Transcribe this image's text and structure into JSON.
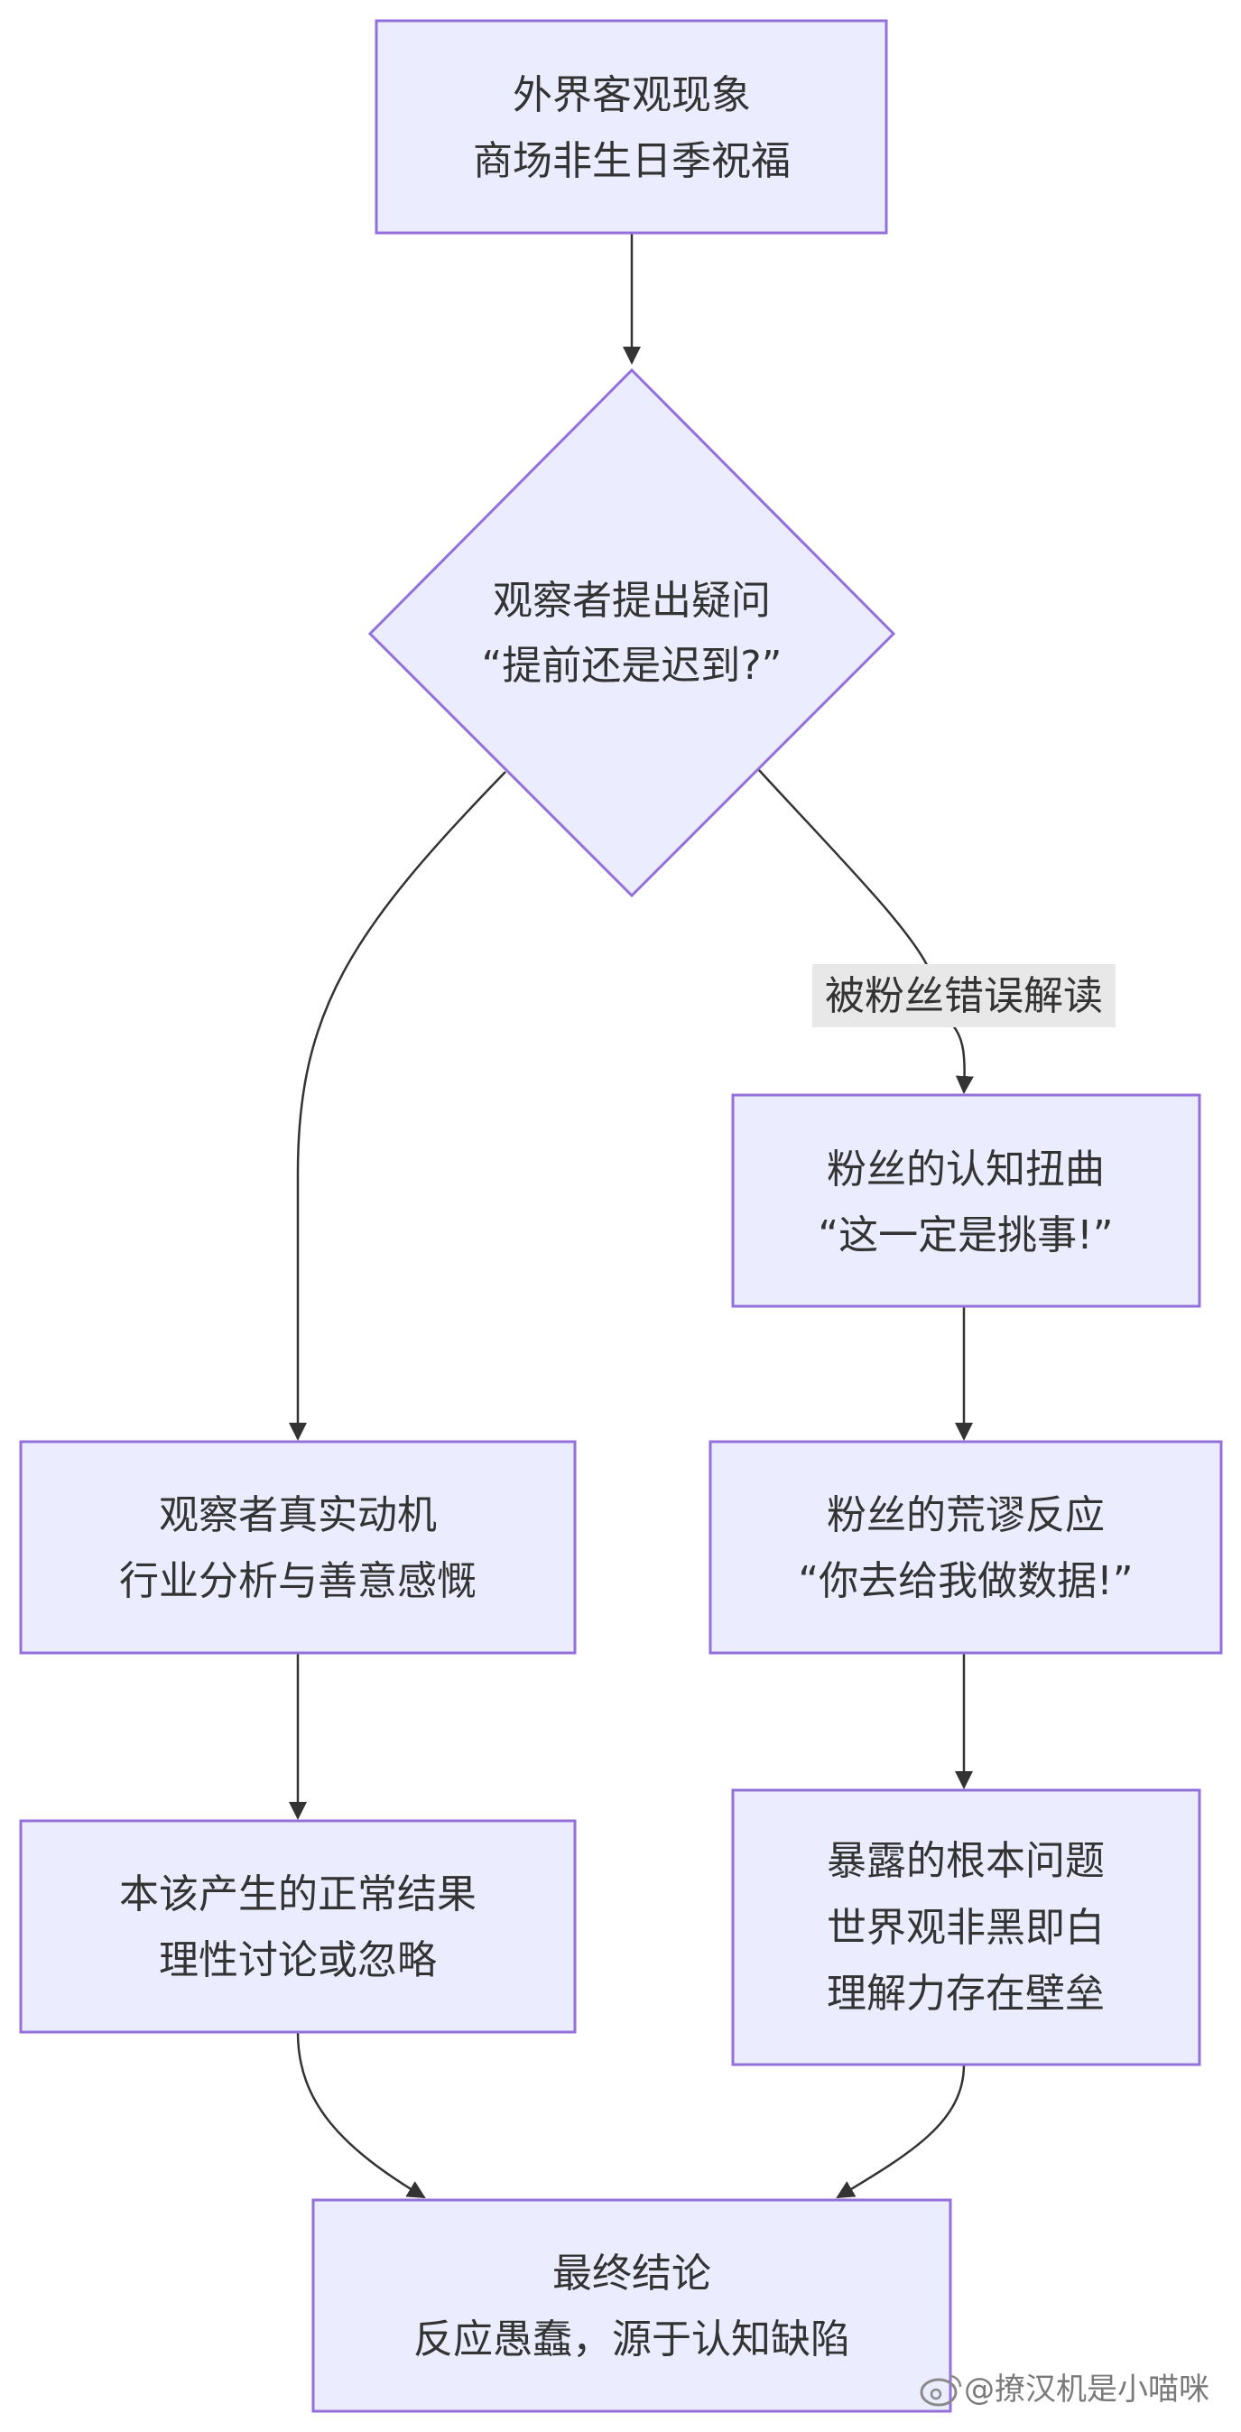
{
  "nodes": {
    "phenomenon": {
      "line1": "外界客观现象",
      "line2": "商场非生日季祝福"
    },
    "question": {
      "line1": "观察者提出疑问",
      "line2": "“提前还是迟到?”"
    },
    "fan_distortion": {
      "line1": "粉丝的认知扭曲",
      "line2": "“这一定是挑事!”"
    },
    "observer_motive": {
      "line1": "观察者真实动机",
      "line2": "行业分析与善意感慨"
    },
    "fan_reaction": {
      "line1": "粉丝的荒谬反应",
      "line2": "“你去给我做数据!”"
    },
    "normal_result": {
      "line1": "本该产生的正常结果",
      "line2": "理性讨论或忽略"
    },
    "root_problem": {
      "line1": "暴露的根本问题",
      "line2": "世界观非黑即白",
      "line3": "理解力存在壁垒"
    },
    "conclusion": {
      "line1": "最终结论",
      "line2": "反应愚蠢，源于认知缺陷"
    }
  },
  "edges": {
    "misread_label": "被粉丝错误解读"
  },
  "watermark": "@撩汉机是小喵咪",
  "colors": {
    "node_fill": "#ECECFF",
    "node_stroke": "#9370DB",
    "edge": "#333333",
    "edge_label_bg": "#E8E8E8"
  }
}
